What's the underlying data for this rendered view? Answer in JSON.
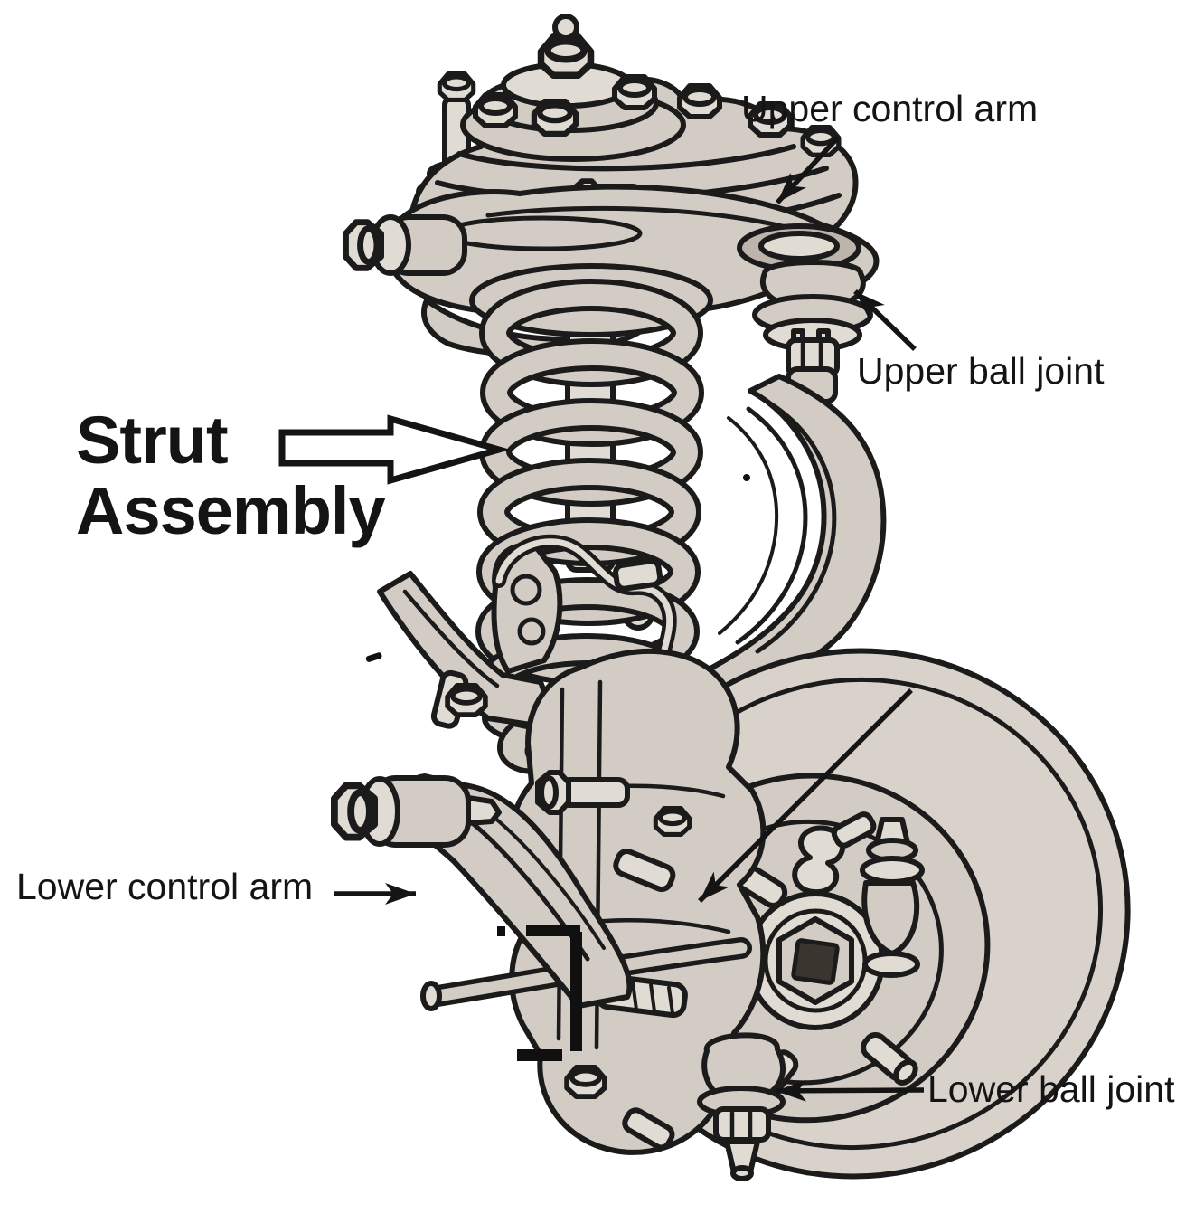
{
  "labels": {
    "upper_control_arm": "Upper control arm",
    "upper_ball_joint": "Upper ball joint",
    "strut_line1": "Strut",
    "strut_line2": "Assembly",
    "lower_control_arm": "Lower control arm",
    "lower_ball_joint": "Lower ball joint"
  },
  "colors": {
    "background": "#ffffff",
    "outline": "#1b1b1b",
    "metal": "#d3ccc4",
    "metal_light": "#e0dbd3",
    "metal_dark": "#bdb4ab",
    "rotor": "#d8d2cb",
    "label_text": "#141414",
    "annotation": "#141414"
  }
}
